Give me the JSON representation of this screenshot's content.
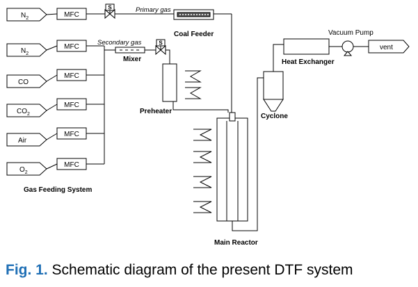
{
  "gases": [
    "N2",
    "N2",
    "CO",
    "CO2",
    "Air",
    "O2"
  ],
  "gas_display": [
    {
      "base": "N",
      "sub": "2"
    },
    {
      "base": "N",
      "sub": "2"
    },
    {
      "base": "CO",
      "sub": ""
    },
    {
      "base": "CO",
      "sub": "2"
    },
    {
      "base": "Air",
      "sub": ""
    },
    {
      "base": "O",
      "sub": "2"
    }
  ],
  "mfc_label": "MFC",
  "valve_label": "S",
  "labels": {
    "primary_gas": "Primary gas",
    "secondary_gas": "Secondary gas",
    "coal_feeder": "Coal Feeder",
    "mixer": "Mixer",
    "preheater": "Preheater",
    "main_reactor": "Main Reactor",
    "cyclone": "Cyclone",
    "heat_exchanger": "Heat Exchanger",
    "vacuum_pump": "Vacuum Pump",
    "vent": "vent",
    "gas_feeding_system": "Gas Feeding System"
  },
  "caption": {
    "prefix": "Fig. 1.",
    "text": " Schematic diagram of the present DTF system"
  },
  "colors": {
    "caption_prefix": "#1f6fb5",
    "line": "#000000"
  }
}
